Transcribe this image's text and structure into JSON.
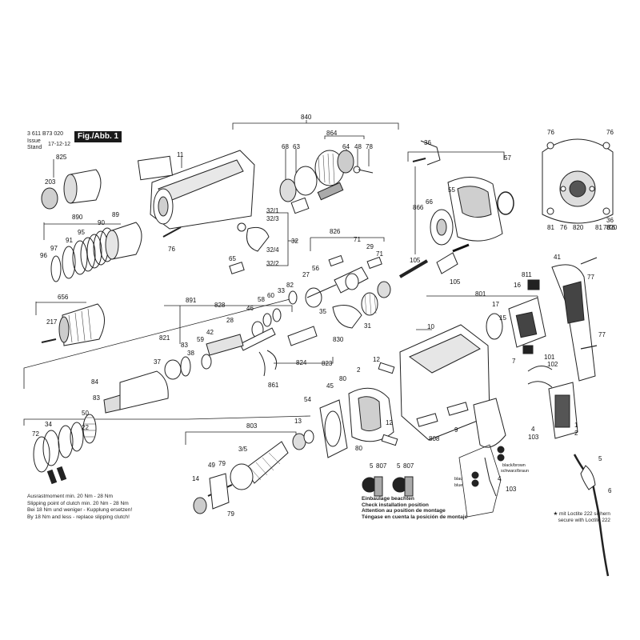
{
  "header": {
    "doc_number": "3 611 B73 020",
    "issue_label": "Issue",
    "stand_label": "Stand",
    "issue_date": "17-12-12",
    "figure_label": "Fig./Abb. 1"
  },
  "part_numbers": [
    "840",
    "864",
    "68",
    "63",
    "64",
    "48",
    "78",
    "11",
    "825",
    "203",
    "890",
    "89",
    "90",
    "95",
    "91",
    "97",
    "96",
    "76",
    "32/1",
    "32/3",
    "32",
    "32/4",
    "32/2",
    "65",
    "656",
    "217",
    "826",
    "71",
    "29",
    "71",
    "56",
    "27",
    "891",
    "828",
    "82",
    "33",
    "60",
    "58",
    "46",
    "28",
    "42",
    "59",
    "38",
    "821",
    "83",
    "37",
    "35",
    "830",
    "31",
    "824",
    "823",
    "861",
    "84",
    "83",
    "50",
    "22",
    "34",
    "72",
    "54",
    "803",
    "13",
    "3/5",
    "49",
    "79",
    "14",
    "79",
    "45",
    "80",
    "2",
    "80",
    "12",
    "12",
    "10",
    "801",
    "17",
    "15",
    "16",
    "811",
    "7",
    "101",
    "102",
    "9",
    "808",
    "4",
    "103",
    "1",
    "2",
    "5",
    "6",
    "41",
    "77",
    "77",
    "81",
    "36",
    "820",
    "57",
    "866",
    "66",
    "55",
    "105",
    "105",
    "76",
    "76",
    "76",
    "81",
    "76",
    "36",
    "820",
    "76",
    "81"
  ],
  "wiring": {
    "black_brown": "black/brown",
    "schwarz_braun": "schwarz/braun",
    "blau": "blau",
    "blue": "blue",
    "wire_part_103": "103",
    "wire_part_4": "4",
    "wire_part_1": "1",
    "wire_part_2": "2"
  },
  "notes": {
    "clutch_de": "Ausrastmoment min. 20 Nm - 28 Nm",
    "clutch_en": "Slipping point of clutch min. 20 Nm - 28 Nm",
    "replace_de": "Bei 18 Nm und weniger - Kupplung ersetzen!",
    "replace_en": "By 18 Nm and less - replace slipping clutch!"
  },
  "installation": {
    "label_5a": "5",
    "label_807a": "807",
    "label_5b": "5",
    "label_807b": "807",
    "de": "Einbaulage beachten",
    "en": "Check installation position",
    "fr": "Attention au position de montage",
    "es": "Téngase en cuenta la posición de montaje"
  },
  "loctite": {
    "de": "mit Loctite 222 sichern",
    "en": "secure with Loctite 222",
    "symbol": "★"
  },
  "colors": {
    "line": "#222222",
    "fill": "#ffffff",
    "shade": "#bdbdbd",
    "dark": "#555555"
  }
}
